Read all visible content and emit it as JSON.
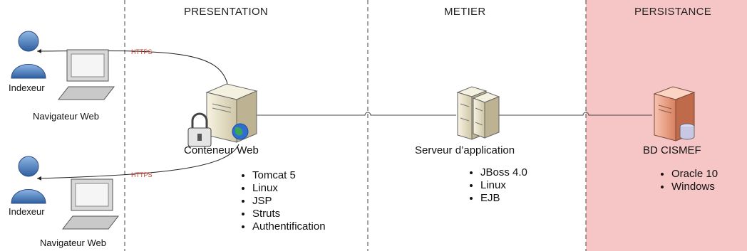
{
  "zones": {
    "presentation": "PRESENTATION",
    "metier": "METIER",
    "persistance": "PERSISTANCE"
  },
  "clients": [
    {
      "user_label": "Indexeur",
      "browser_label": "Navigateur Web",
      "link_label": "HTTPS"
    },
    {
      "user_label": "Indexeur",
      "browser_label": "Navigateur Web",
      "link_label": "HTTPS"
    }
  ],
  "web_container": {
    "label": "Conteneur Web",
    "tech": [
      "Tomcat 5",
      "Linux",
      "JSP",
      "Struts",
      "Authentification"
    ]
  },
  "app_server": {
    "label": "Serveur d’application",
    "tech": [
      "JBoss 4.0",
      "Linux",
      "EJB"
    ]
  },
  "database": {
    "label": "BD CISMEF",
    "tech": [
      "Oracle 10",
      "Windows"
    ]
  },
  "colors": {
    "persistence_zone": "#f6c6c6",
    "user_icon": "#4a7fc1",
    "server_body": "#e8e2c8",
    "db_server_body": "#f0a890",
    "https_label": "#c0392b"
  },
  "icons": [
    "user-icon",
    "computer-icon",
    "server-icon",
    "padlock-icon",
    "globe-icon",
    "server-cluster-icon",
    "database-icon"
  ]
}
